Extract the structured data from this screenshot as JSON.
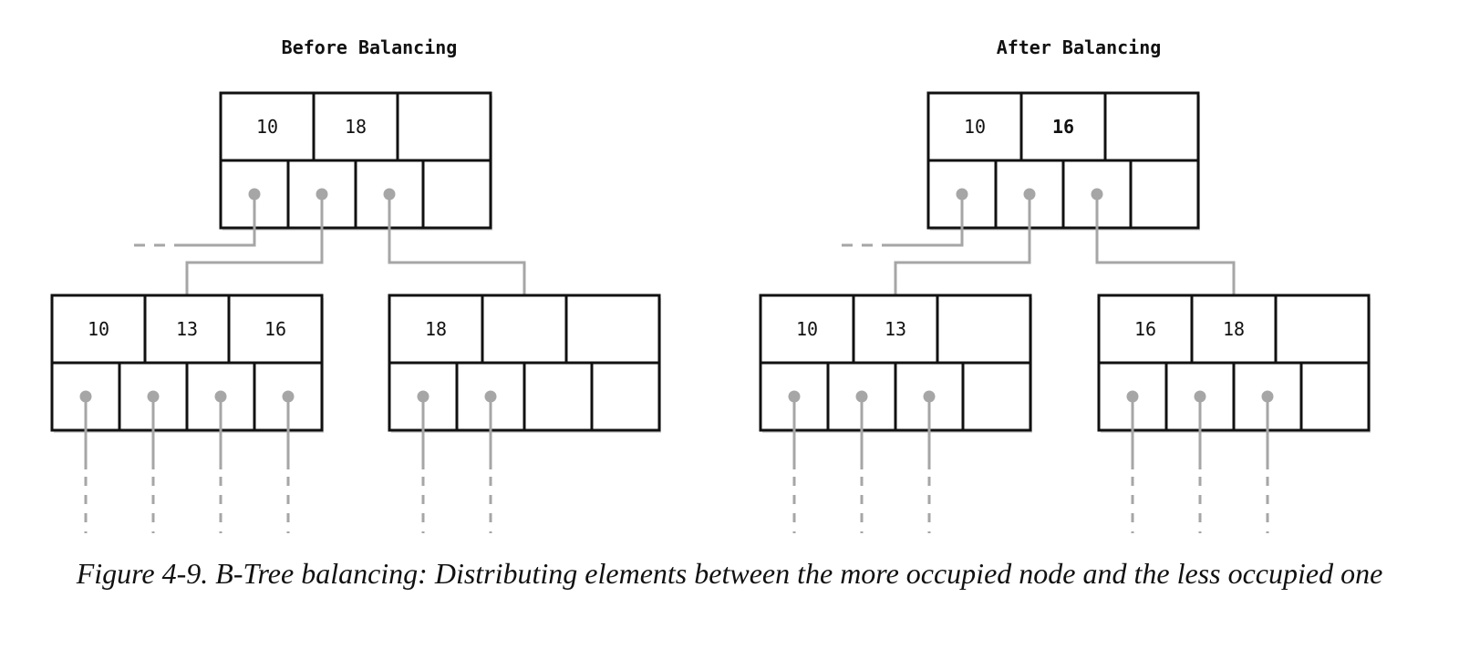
{
  "diagrams": [
    {
      "title": "Before Balancing",
      "root": {
        "keys": [
          "10",
          "18",
          ""
        ]
      },
      "left_child": {
        "keys": [
          "10",
          "13",
          "16"
        ]
      },
      "right_child": {
        "keys": [
          "18",
          "",
          ""
        ]
      }
    },
    {
      "title": "After Balancing",
      "root": {
        "keys": [
          "10",
          "16",
          ""
        ]
      },
      "left_child": {
        "keys": [
          "10",
          "13",
          ""
        ]
      },
      "right_child": {
        "keys": [
          "16",
          "18",
          ""
        ]
      }
    }
  ],
  "caption": "Figure 4-9. B-Tree balancing: Distributing elements between the more occupied node and the less occupied one",
  "colors": {
    "border": "#111111",
    "pointer": "#a6a6a6",
    "shadow": "#d9d9d9"
  }
}
